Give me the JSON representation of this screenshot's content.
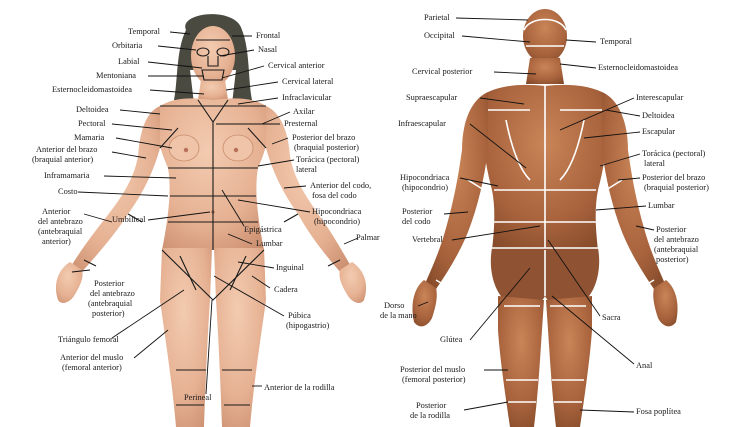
{
  "front_labels": [
    {
      "id": "temporal",
      "text": "Temporal"
    },
    {
      "id": "frontal",
      "text": "Frontal"
    },
    {
      "id": "orbitaria",
      "text": "Orbitaria"
    },
    {
      "id": "nasal",
      "text": "Nasal"
    },
    {
      "id": "labial",
      "text": "Labial"
    },
    {
      "id": "cervical-anterior",
      "text": "Cervical anterior"
    },
    {
      "id": "mentoniana",
      "text": "Mentoniana"
    },
    {
      "id": "cervical-lateral",
      "text": "Cervical lateral"
    },
    {
      "id": "esternocleidomastoidea",
      "text": "Esternocleidomastoidea"
    },
    {
      "id": "infraclavicular",
      "text": "Infraclavicular"
    },
    {
      "id": "axilar",
      "text": "Axilar"
    },
    {
      "id": "deltoidea",
      "text": "Deltoidea"
    },
    {
      "id": "presternal",
      "text": "Presternal"
    },
    {
      "id": "pectoral",
      "text": "Pectoral"
    },
    {
      "id": "posterior-brazo-1",
      "text": "Posterior del brazo"
    },
    {
      "id": "posterior-brazo-2",
      "text": "(braquial posterior)"
    },
    {
      "id": "mamaria",
      "text": "Mamaria"
    },
    {
      "id": "anterior-brazo-1",
      "text": "Anterior del brazo"
    },
    {
      "id": "anterior-brazo-2",
      "text": "(braquial anterior)"
    },
    {
      "id": "toracica-1",
      "text": "Torácica (pectoral)"
    },
    {
      "id": "toracica-2",
      "text": "lateral"
    },
    {
      "id": "inframamaria",
      "text": "Inframamaria"
    },
    {
      "id": "anterior-codo-1",
      "text": "Anterior del codo,"
    },
    {
      "id": "anterior-codo-2",
      "text": "fosa del codo"
    },
    {
      "id": "costo",
      "text": "Costo"
    },
    {
      "id": "hipocondriaca-1",
      "text": "Hipocondriaca"
    },
    {
      "id": "hipocondriaca-2",
      "text": "(hipocondrio)"
    },
    {
      "id": "anterior-antebrazo-1",
      "text": "Anterior"
    },
    {
      "id": "anterior-antebrazo-2",
      "text": "del antebrazo"
    },
    {
      "id": "anterior-antebrazo-3",
      "text": "(antebraquial"
    },
    {
      "id": "anterior-antebrazo-4",
      "text": "anterior)"
    },
    {
      "id": "umbilical",
      "text": "Umbilical"
    },
    {
      "id": "epigastrica",
      "text": "Epigástrica"
    },
    {
      "id": "palmar",
      "text": "Palmar"
    },
    {
      "id": "lumbar-f",
      "text": "Lumbar"
    },
    {
      "id": "inguinal",
      "text": "Inguinal"
    },
    {
      "id": "posterior-antebrazo-1",
      "text": "Posterior"
    },
    {
      "id": "posterior-antebrazo-2",
      "text": "del antebrazo"
    },
    {
      "id": "posterior-antebrazo-3",
      "text": "(antebraquial"
    },
    {
      "id": "posterior-antebrazo-4",
      "text": "posterior)"
    },
    {
      "id": "cadera",
      "text": "Cadera"
    },
    {
      "id": "pubica-1",
      "text": "Púbica"
    },
    {
      "id": "pubica-2",
      "text": "(hipogastrio)"
    },
    {
      "id": "triangulo-femoral",
      "text": "Triángulo femoral"
    },
    {
      "id": "anterior-muslo-1",
      "text": "Anterior del muslo"
    },
    {
      "id": "anterior-muslo-2",
      "text": "(femoral anterior)"
    },
    {
      "id": "perineal",
      "text": "Perineal"
    },
    {
      "id": "anterior-rodilla",
      "text": "Anterior de la rodilla"
    }
  ],
  "back_labels": [
    {
      "id": "parietal",
      "text": "Parietal"
    },
    {
      "id": "occipital",
      "text": "Occipital"
    },
    {
      "id": "temporal-b",
      "text": "Temporal"
    },
    {
      "id": "esternocleidomastoidea-b",
      "text": "Esternocleidomastoidea"
    },
    {
      "id": "cervical-posterior",
      "text": "Cervical posterior"
    },
    {
      "id": "supraescapular",
      "text": "Supraescapular"
    },
    {
      "id": "interescapular",
      "text": "Interescapular"
    },
    {
      "id": "infraescapular",
      "text": "Infraescapular"
    },
    {
      "id": "deltoidea-b",
      "text": "Deltoidea"
    },
    {
      "id": "escapular",
      "text": "Escapular"
    },
    {
      "id": "toracica-b-1",
      "text": "Torácica (pectoral)"
    },
    {
      "id": "toracica-b-2",
      "text": "lateral"
    },
    {
      "id": "hipocondriaca-b-1",
      "text": "Hipocondriaca"
    },
    {
      "id": "hipocondriaca-b-2",
      "text": "(hipocondrio)"
    },
    {
      "id": "posterior-brazo-b-1",
      "text": "Posterior del brazo"
    },
    {
      "id": "posterior-brazo-b-2",
      "text": "(braquial posterior)"
    },
    {
      "id": "posterior-codo-1",
      "text": "Posterior"
    },
    {
      "id": "posterior-codo-2",
      "text": "del codo"
    },
    {
      "id": "lumbar-b",
      "text": "Lumbar"
    },
    {
      "id": "vertebral",
      "text": "Vertebral"
    },
    {
      "id": "posterior-antebrazo-b-1",
      "text": "Posterior"
    },
    {
      "id": "posterior-antebrazo-b-2",
      "text": "del antebrazo"
    },
    {
      "id": "posterior-antebrazo-b-3",
      "text": "(antebraquial"
    },
    {
      "id": "posterior-antebrazo-b-4",
      "text": "posterior)"
    },
    {
      "id": "dorso-mano-1",
      "text": "Dorso"
    },
    {
      "id": "dorso-mano-2",
      "text": "de la mano"
    },
    {
      "id": "sacra",
      "text": "Sacra"
    },
    {
      "id": "glutea",
      "text": "Glútea"
    },
    {
      "id": "anal",
      "text": "Anal"
    },
    {
      "id": "posterior-muslo-1",
      "text": "Posterior del muslo"
    },
    {
      "id": "posterior-muslo-2",
      "text": "(femoral posterior)"
    },
    {
      "id": "posterior-rodilla-1",
      "text": "Posterior"
    },
    {
      "id": "posterior-rodilla-2",
      "text": "de la rodilla"
    },
    {
      "id": "fosa-poplitea",
      "text": "Fosa poplítea"
    }
  ],
  "colors": {
    "skin_front": "#eab79a",
    "skin_front_shade": "#c98d6d",
    "skin_back": "#b06e47",
    "skin_back_shade": "#7e4626",
    "hair": "#4a4a40",
    "leader": "#111111",
    "region_line_front": "#1a1a1a",
    "region_line_back": "#ffffff"
  }
}
